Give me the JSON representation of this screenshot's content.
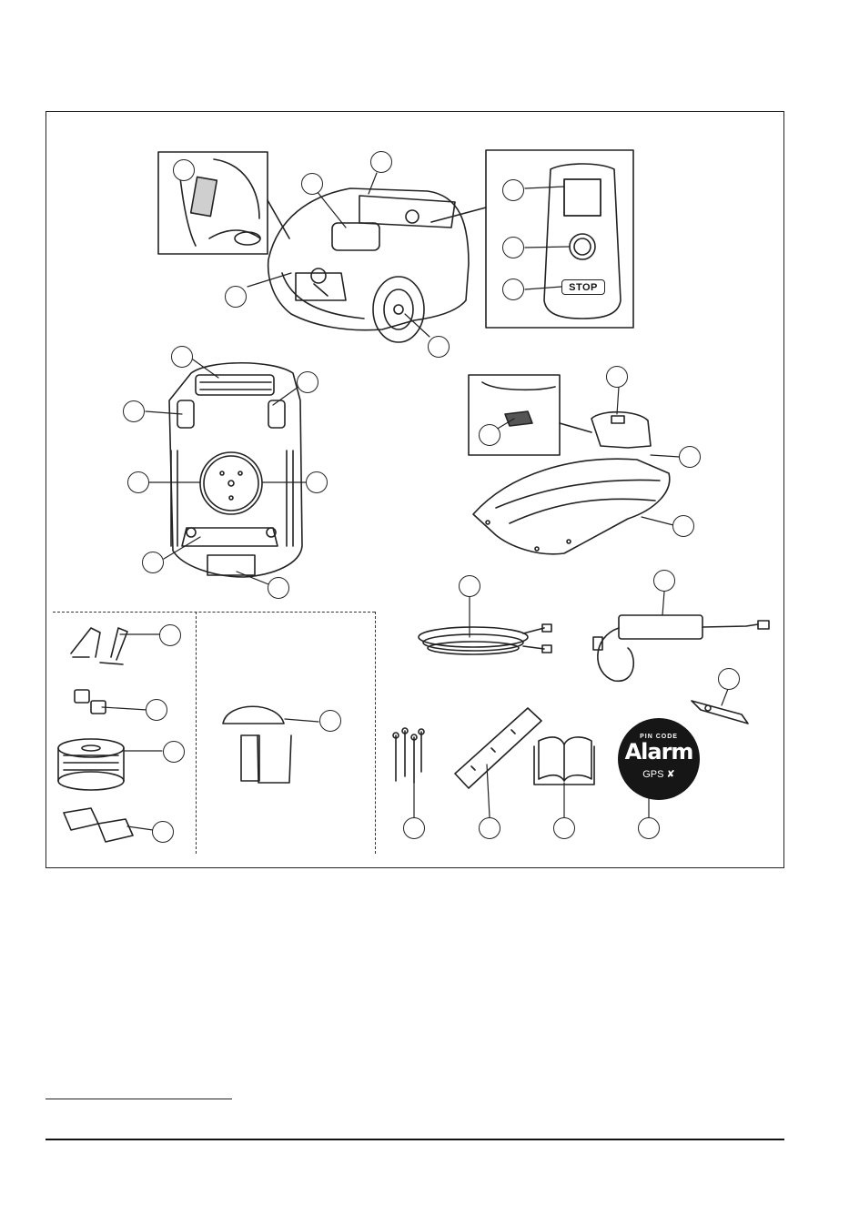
{
  "panel": {
    "stop_label": "STOP",
    "badge_pin": "PIN CODE",
    "badge_alarm": "Alarm",
    "badge_gps": "GPS",
    "badge_tools_icon": "tools-icon"
  },
  "icons": [
    "robotic-mower",
    "control-panel",
    "mower-underside",
    "charging-station",
    "boundary-wire-pegs",
    "wire-couplers",
    "boundary-wire-spool",
    "wire-connectors",
    "gps-antenna",
    "low-voltage-cable",
    "power-supply",
    "blade",
    "screws",
    "measurement-ruler",
    "operator-manual-icon",
    "alarm-decal"
  ]
}
